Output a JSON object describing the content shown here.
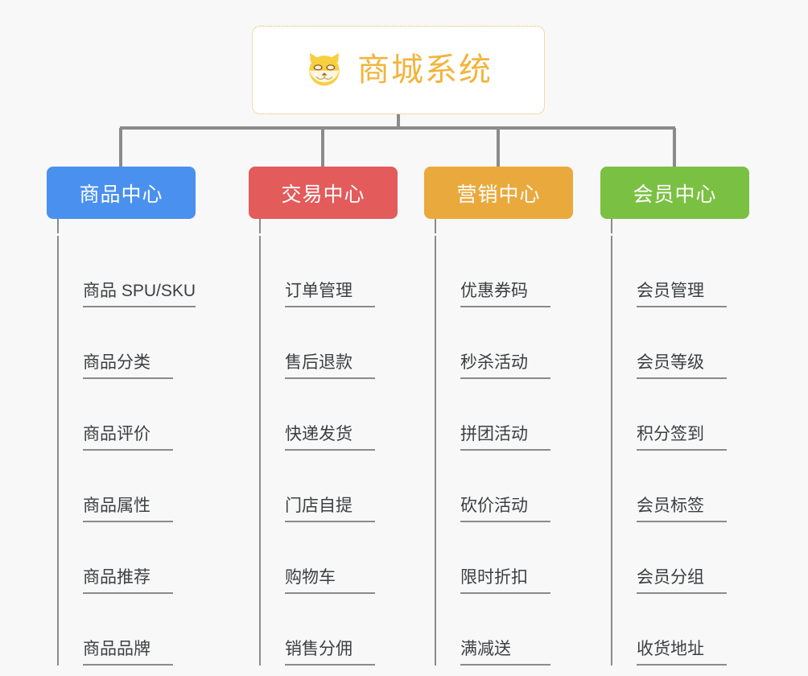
{
  "background_color": "#f8f8f8",
  "root": {
    "title": "商城系统",
    "icon": "shiba-dog-icon",
    "title_color": "#f2b43c",
    "border_color": "#e8b44a",
    "background_color": "#ffffff"
  },
  "branches": [
    {
      "title": "商品中心",
      "color": "#4a90ee",
      "items": [
        "商品 SPU/SKU",
        "商品分类",
        "商品评价",
        "商品属性",
        "商品推荐",
        "商品品牌"
      ]
    },
    {
      "title": "交易中心",
      "color": "#e35b5b",
      "items": [
        "订单管理",
        "售后退款",
        "快递发货",
        "门店自提",
        "购物车",
        "销售分佣"
      ]
    },
    {
      "title": "营销中心",
      "color": "#eaa93c",
      "items": [
        "优惠券码",
        "秒杀活动",
        "拼团活动",
        "砍价活动",
        "限时折扣",
        "满减送"
      ]
    },
    {
      "title": "会员中心",
      "color": "#7ac143",
      "items": [
        "会员管理",
        "会员等级",
        "积分签到",
        "会员标签",
        "会员分组",
        "收货地址"
      ]
    }
  ],
  "connector_color": "#8b8b8b"
}
